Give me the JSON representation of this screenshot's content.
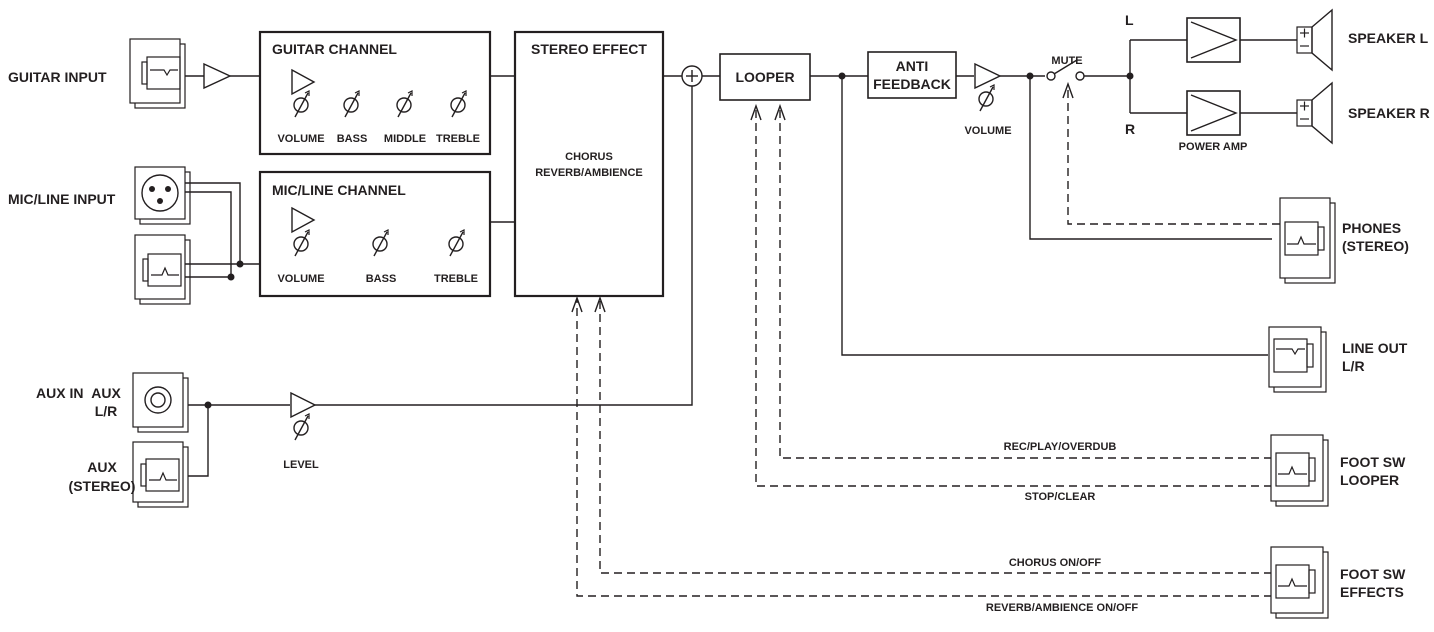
{
  "labels": {
    "guitar_input": "GUITAR INPUT",
    "mic_line_input": "MIC/LINE INPUT",
    "aux_in": "AUX IN",
    "aux_lr_1": "AUX",
    "aux_lr_2": "L/R",
    "aux_stereo_1": "AUX",
    "aux_stereo_2": "(STEREO)",
    "guitar_channel": "GUITAR CHANNEL",
    "mic_line_channel": "MIC/LINE CHANNEL",
    "volume": "VOLUME",
    "bass": "BASS",
    "middle": "MIDDLE",
    "treble": "TREBLE",
    "stereo_effect": "STEREO EFFECT",
    "chorus": "CHORUS",
    "reverb_ambience": "REVERB/AMBIENCE",
    "looper": "LOOPER",
    "anti": "ANTI",
    "feedback": "FEEDBACK",
    "mute": "MUTE",
    "left": "L",
    "right": "R",
    "power_amp": "POWER AMP",
    "speaker_l": "SPEAKER L",
    "speaker_r": "SPEAKER R",
    "phones_1": "PHONES",
    "phones_2": "(STEREO)",
    "line_out_1": "LINE OUT",
    "line_out_2": "L/R",
    "level": "LEVEL",
    "rec_play_overdub": "REC/PLAY/OVERDUB",
    "stop_clear": "STOP/CLEAR",
    "chorus_on_off": "CHORUS ON/OFF",
    "reverb_on_off": "REVERB/AMBIENCE ON/OFF",
    "foot_sw_looper_1": "FOOT SW",
    "foot_sw_looper_2": "LOOPER",
    "foot_sw_effects_1": "FOOT SW",
    "foot_sw_effects_2": "EFFECTS"
  },
  "icons": {
    "jack": "phone-jack-icon",
    "xlr": "xlr-jack-icon",
    "rca": "rca-jack-icon",
    "amp": "amplifier-triangle-icon",
    "knob": "variable-control-icon",
    "mix": "summing-junction-icon",
    "switch": "mute-switch-icon",
    "speaker": "speaker-icon"
  },
  "colors": {
    "ink": "#231f20",
    "background": "#ffffff"
  }
}
